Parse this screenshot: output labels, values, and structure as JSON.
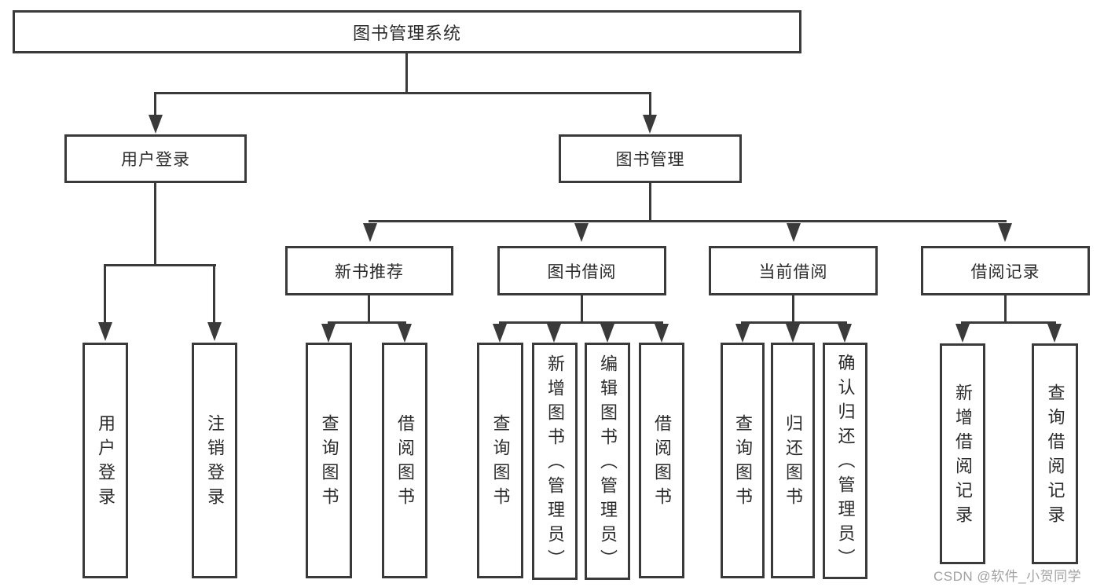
{
  "diagram": {
    "root": {
      "label": "图书管理系统"
    },
    "level2": [
      {
        "label": "用户登录"
      },
      {
        "label": "图书管理"
      }
    ],
    "level3": [
      {
        "label": "新书推荐"
      },
      {
        "label": "图书借阅"
      },
      {
        "label": "当前借阅"
      },
      {
        "label": "借阅记录"
      }
    ],
    "leaves": [
      {
        "label": "用户登录"
      },
      {
        "label": "注销登录"
      },
      {
        "label": "查询图书"
      },
      {
        "label": "借阅图书"
      },
      {
        "label": "查询图书"
      },
      {
        "label": "新增图书（管理员）"
      },
      {
        "label": "编辑图书（管理员）"
      },
      {
        "label": "借阅图书"
      },
      {
        "label": "查询图书"
      },
      {
        "label": "归还图书"
      },
      {
        "label": "确认归还（管理员）"
      },
      {
        "label": "新增借阅记录"
      },
      {
        "label": "查询借阅记录"
      }
    ],
    "watermark": "CSDN @软件_小贺同学",
    "colors": {
      "line": "#3a3a3a",
      "text": "#2b2b2b",
      "watermark": "#a2a2a2",
      "background": "#ffffff"
    }
  }
}
